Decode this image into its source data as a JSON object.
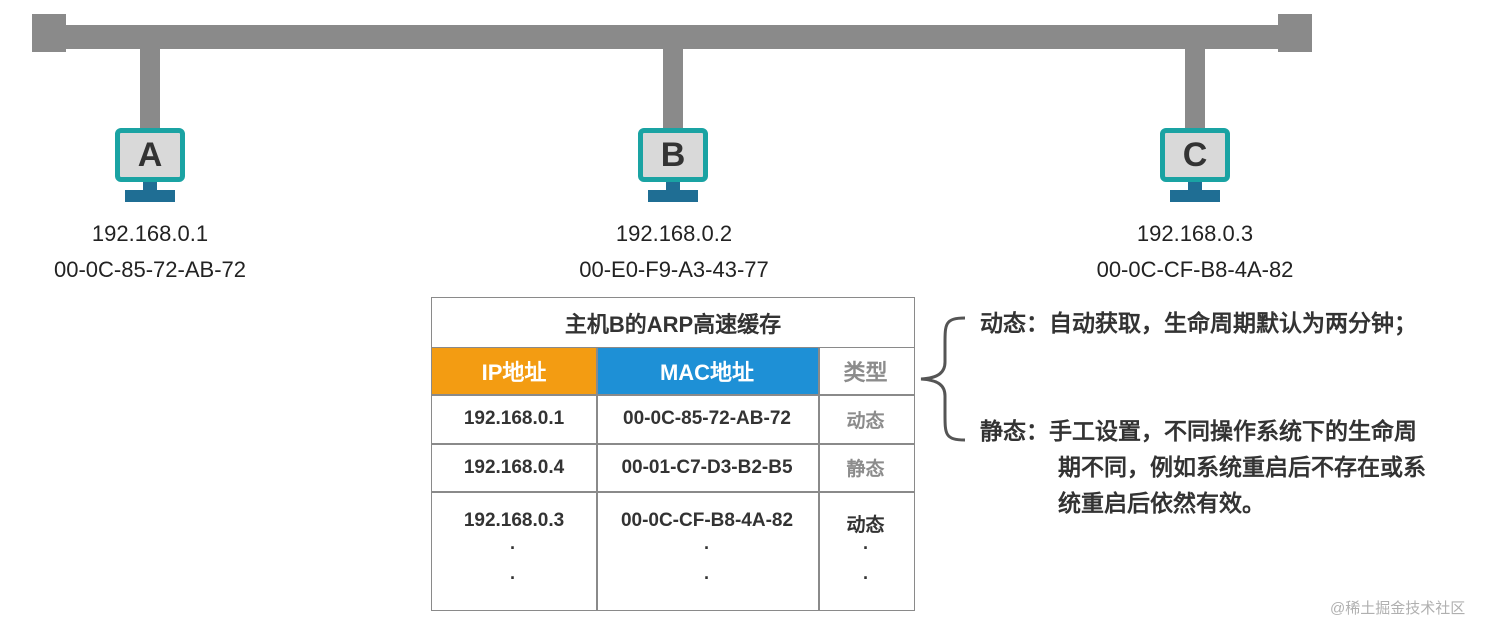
{
  "hosts": [
    {
      "label": "A",
      "ip": "192.168.0.1",
      "mac": "00-0C-85-72-AB-72"
    },
    {
      "label": "B",
      "ip": "192.168.0.2",
      "mac": "00-E0-F9-A3-43-77"
    },
    {
      "label": "C",
      "ip": "192.168.0.3",
      "mac": "00-0C-CF-B8-4A-82"
    }
  ],
  "arp_table": {
    "title": "主机B的ARP高速缓存",
    "headers": {
      "ip": "IP地址",
      "mac": "MAC地址",
      "type": "类型"
    },
    "rows": [
      {
        "ip": "192.168.0.1",
        "mac": "00-0C-85-72-AB-72",
        "type": "动态"
      },
      {
        "ip": "192.168.0.4",
        "mac": "00-01-C7-D3-B2-B5",
        "type": "静态"
      },
      {
        "ip": "192.168.0.3",
        "mac": "00-0C-CF-B8-4A-82",
        "type": "动态"
      }
    ],
    "ellipsis": "·"
  },
  "notes": {
    "dynamic_label": "动态：",
    "dynamic_text": "自动获取，生命周期默认为两分钟；",
    "static_label": "静态：",
    "static_line1": "手工设置，不同操作系统下的生命周",
    "static_line2": "期不同，例如系统重启后不存在或系",
    "static_line3": "统重启后依然有效。"
  },
  "watermark": "@稀土掘金技术社区",
  "colors": {
    "bus": "#8a8a8a",
    "monitor_border": "#1aa3a3",
    "monitor_stand": "#1f6e94",
    "ip_header": "#f39c12",
    "mac_header": "#1e90d6"
  }
}
